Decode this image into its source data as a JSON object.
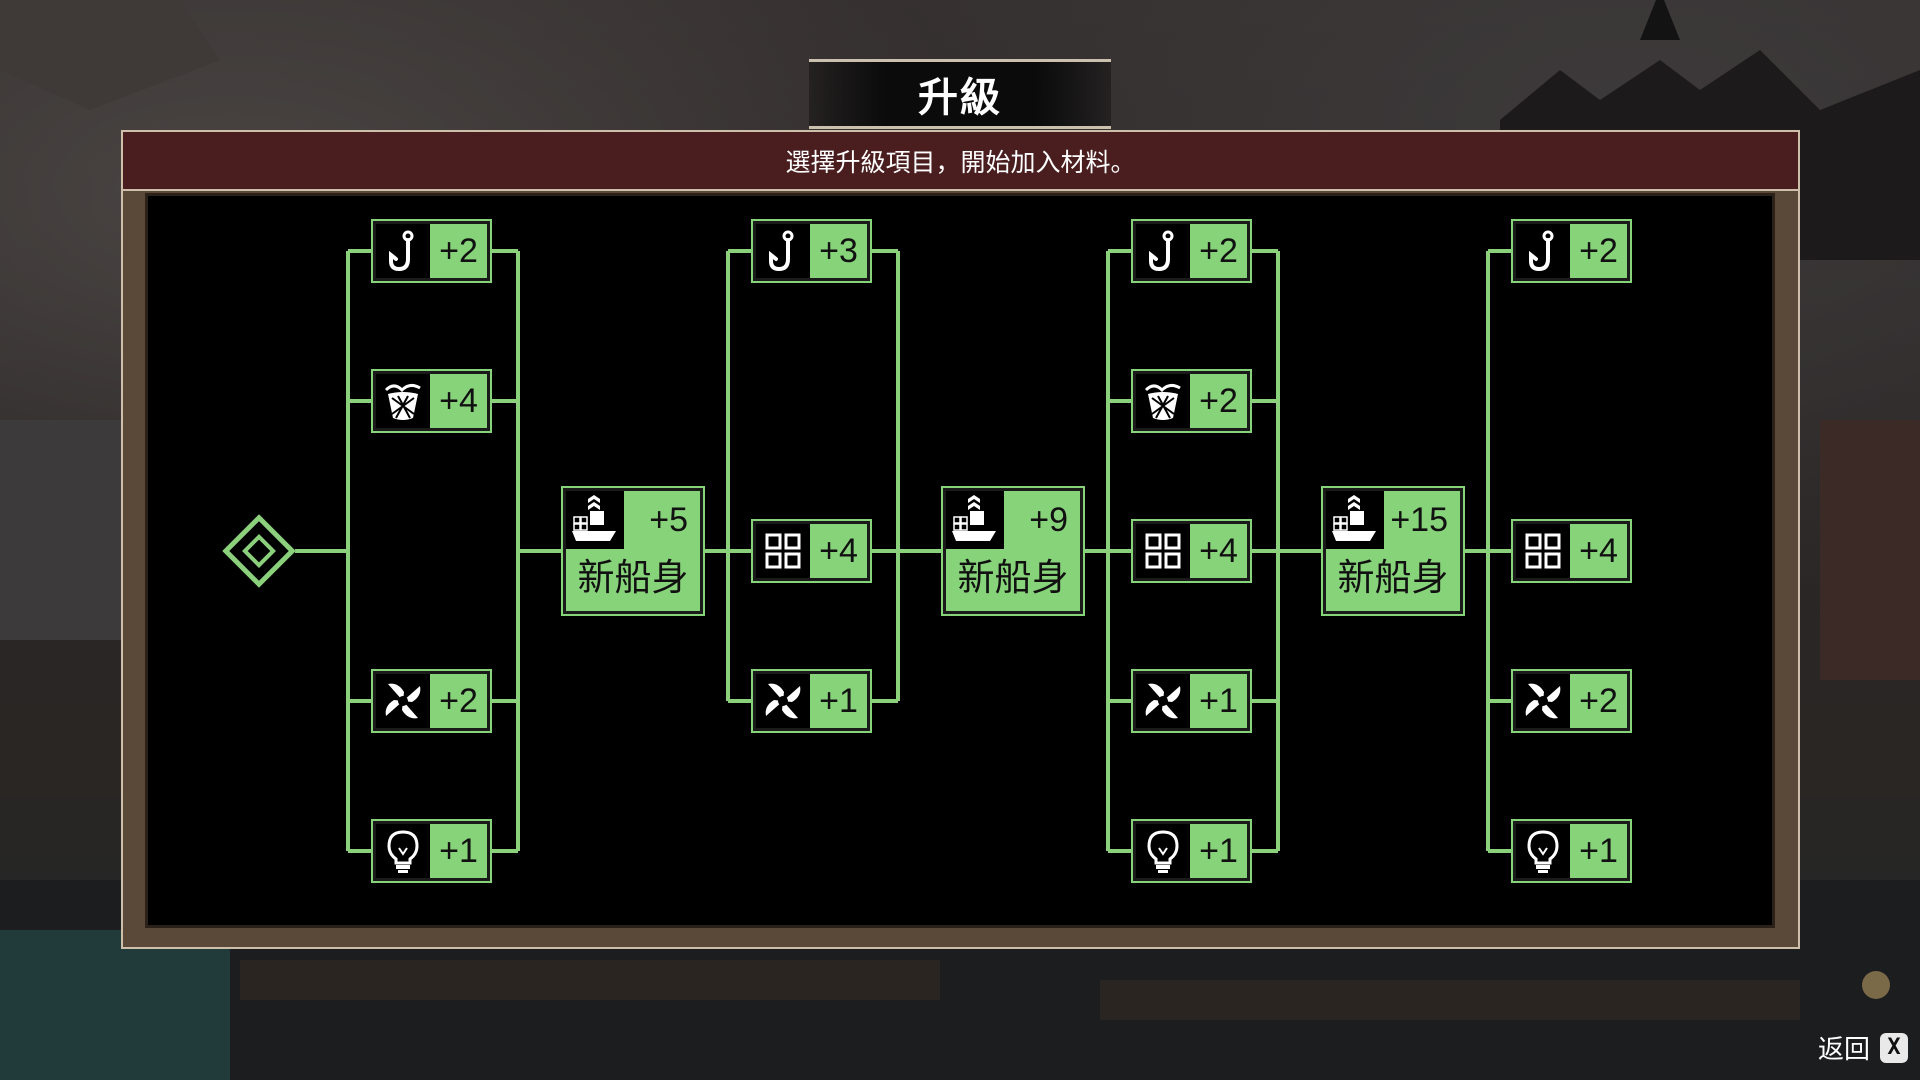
{
  "title": "升級",
  "subtitle": "選擇升級項目，開始加入材料。",
  "back": {
    "label": "返回",
    "key": "X"
  },
  "colors": {
    "node_green": "#87d37a",
    "line_green": "#8bd17c",
    "banner_red": "#4a1d1f"
  },
  "hull_label": "新船身",
  "tiers": [
    {
      "items": [
        {
          "icon": "fishing-hook-icon",
          "value": "+2"
        },
        {
          "icon": "crab-pot-net-icon",
          "value": "+4"
        },
        {
          "icon": "engine-fan-icon",
          "value": "+2"
        },
        {
          "icon": "light-bulb-icon",
          "value": "+1"
        }
      ],
      "hull_value": "+5"
    },
    {
      "items": [
        {
          "icon": "fishing-hook-icon",
          "value": "+3"
        },
        {
          "icon": "cargo-grid-icon",
          "value": "+4"
        },
        {
          "icon": "engine-fan-icon",
          "value": "+1"
        }
      ],
      "hull_value": "+9"
    },
    {
      "items": [
        {
          "icon": "fishing-hook-icon",
          "value": "+2"
        },
        {
          "icon": "crab-pot-net-icon",
          "value": "+2"
        },
        {
          "icon": "cargo-grid-icon",
          "value": "+4"
        },
        {
          "icon": "engine-fan-icon",
          "value": "+1"
        },
        {
          "icon": "light-bulb-icon",
          "value": "+1"
        }
      ],
      "hull_value": "+15"
    },
    {
      "items": [
        {
          "icon": "fishing-hook-icon",
          "value": "+2"
        },
        {
          "icon": "cargo-grid-icon",
          "value": "+4"
        },
        {
          "icon": "engine-fan-icon",
          "value": "+2"
        },
        {
          "icon": "light-bulb-icon",
          "value": "+1"
        }
      ],
      "hull_value": null
    }
  ]
}
